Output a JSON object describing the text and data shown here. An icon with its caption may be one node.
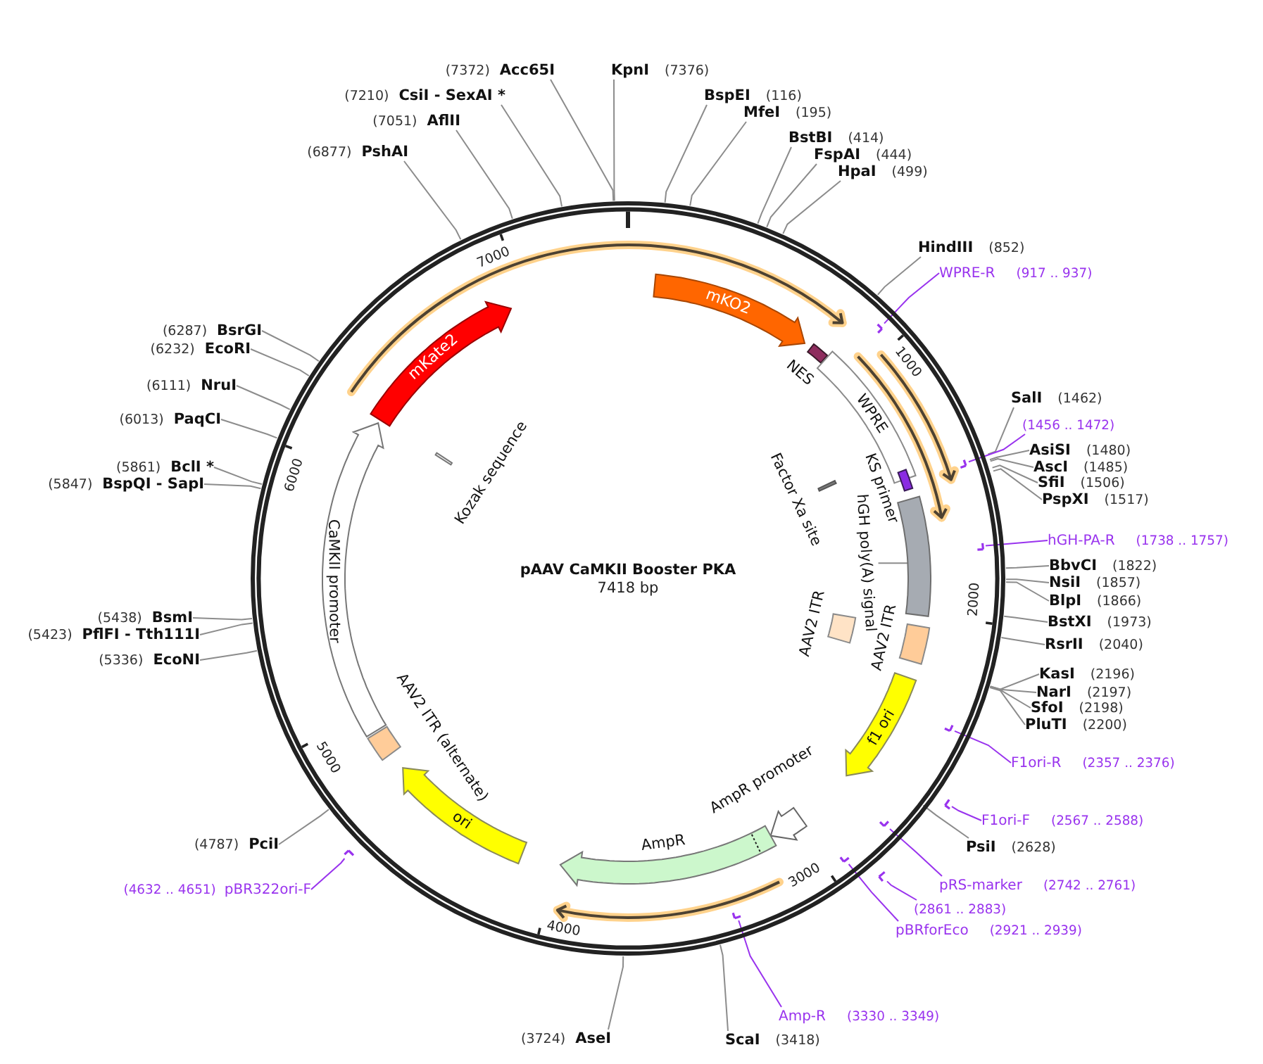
{
  "diagram": {
    "title": "pAAV CaMKII Booster PKA",
    "nodes": [
      {
        "text": [
          "(7372)",
          "Acc65I"
        ]
      },
      {
        "text": [
          "KpnI",
          "(7376)"
        ]
      },
      {
        "text": [
          "BspEI",
          "(116)"
        ]
      },
      {
        "text": [
          "MfeI",
          "(195)"
        ]
      },
      {
        "text": [
          "BstBI",
          "(414)"
        ]
      },
      {
        "text": [
          "FspAI",
          "(444)"
        ]
      },
      {
        "text": [
          "HpaI",
          "(499)"
        ]
      },
      {
        "text": [
          "HindIII",
          "(852)"
        ]
      },
      {
        "text": [
          "WPRE-R",
          "(917 .. 937)"
        ]
      },
      {
        "text": [],
        "shape": "bar"
      },
      {
        "text": [
          "SalI",
          "(1462)"
        ]
      },
      {
        "text": [
          "(1456 .. 1472)"
        ]
      },
      {
        "text": [],
        "shape": "bar"
      },
      {
        "text": [
          "AsiSI",
          "(1480)"
        ]
      },
      {
        "text": [
          "AscI",
          "(1485)"
        ]
      },
      {
        "text": [
          "SfiI",
          "(1506)"
        ]
      },
      {
        "text": [
          "PspXI",
          "(1517)"
        ]
      },
      {
        "text": [
          "hGH-PA-R",
          "(1738 .. 1757)"
        ]
      },
      {
        "text": [],
        "shape": "bar"
      },
      {
        "text": [
          "BbvCI",
          "(1822)"
        ]
      },
      {
        "text": [
          "NsiI",
          "(1857)"
        ]
      },
      {
        "text": [
          "BlpI",
          "(1866)"
        ]
      },
      {
        "text": [
          "BstXI",
          "(1973)"
        ]
      },
      {
        "text": [
          "RsrII",
          "(2040)"
        ]
      },
      {
        "text": [
          "KasI",
          "(2196)"
        ]
      },
      {
        "text": [
          "NarI",
          "(2197)"
        ]
      },
      {
        "text": [
          "SfoI",
          "(2198)"
        ]
      },
      {
        "text": [
          "PluTI",
          "(2200)"
        ]
      },
      {
        "text": [
          "F1ori-R",
          "(2357 .. 2376)"
        ]
      },
      {
        "text": [],
        "shape": "bar"
      },
      {
        "text": [
          "F1ori-F",
          "(2567 .. 2588)"
        ]
      },
      {
        "text": [],
        "shape": "bar"
      },
      {
        "text": [
          "PsiI",
          "(2628)"
        ]
      },
      {
        "text": [
          "pRS-marker",
          "(2742 .. 2761)"
        ]
      },
      {
        "text": [],
        "shape": "bar"
      },
      {
        "text": [
          "(2861 .. 2883)"
        ]
      },
      {
        "text": [],
        "shape": "bar"
      },
      {
        "text": [
          "pBRforEco",
          "(2921 .. 2939)"
        ]
      },
      {
        "text": [],
        "shape": "bar"
      },
      {
        "text": [
          "Amp-R",
          "(3330 .. 3349)"
        ]
      },
      {
        "text": [],
        "shape": "bar"
      },
      {
        "text": [
          "ScaI",
          "(3418)"
        ]
      },
      {
        "text": [
          "(3724)",
          "AseI"
        ]
      },
      {
        "text": [
          "(4632 .. 4651)",
          "pBR322ori-F"
        ]
      },
      {
        "text": [],
        "shape": "bar"
      },
      {
        "text": [
          "(4787)",
          "PciI"
        ]
      },
      {
        "text": [
          "(5336)",
          "EcoNI"
        ]
      },
      {
        "text": [
          "(5423)",
          "PflFI - Tth111I"
        ]
      },
      {
        "text": [
          "(5438)",
          "BsmI"
        ]
      },
      {
        "text": [
          "(5847)",
          "BspQI - SapI"
        ]
      },
      {
        "text": [
          "(5861)",
          "BclI *"
        ]
      },
      {
        "text": [
          "(6013)",
          "PaqCI"
        ]
      },
      {
        "text": [
          "(6111)",
          "NruI"
        ]
      },
      {
        "text": [
          "(6232)",
          "EcoRI"
        ]
      },
      {
        "text": [
          "(6287)",
          "BsrGI"
        ]
      },
      {
        "text": [
          "(6877)",
          "PshAI"
        ]
      },
      {
        "text": [
          "(7051)",
          "AflII"
        ]
      },
      {
        "text": [
          "(7210)",
          "CsiI - SexAI *"
        ]
      },
      {
        "text": [
          "mKO2"
        ]
      },
      {
        "text": [
          "NES"
        ]
      },
      {
        "text": [
          "WPRE"
        ]
      },
      {
        "text": [
          "KS primer"
        ]
      },
      {
        "text": [
          "hGH poly(A) signal"
        ]
      },
      {
        "text": [],
        "shape": "bar"
      },
      {
        "text": [
          "AAV2 ITR"
        ]
      },
      {
        "text": [
          "AAV2 ITR"
        ]
      },
      {
        "text": [
          "Factor Xa site"
        ]
      },
      {
        "text": [
          "f1 ori"
        ]
      },
      {
        "text": [
          "AmpR promoter"
        ]
      },
      {
        "text": [
          "AmpR"
        ]
      },
      {
        "text": [
          "ori"
        ]
      },
      {
        "text": [
          "AAV2 ITR (alternate)"
        ]
      },
      {
        "text": [
          "CaMKII promoter"
        ]
      },
      {
        "text": [
          "mKate2"
        ]
      },
      {
        "text": [
          "Kozak sequence"
        ]
      }
    ],
    "edges": [
      {
        "from": 0,
        "to": null,
        "arrow": "none"
      },
      {
        "from": 1,
        "to": null,
        "arrow": "none"
      },
      {
        "from": 2,
        "to": null,
        "arrow": "none"
      },
      {
        "from": 3,
        "to": null,
        "arrow": "none"
      },
      {
        "from": 4,
        "to": null,
        "arrow": "none"
      },
      {
        "from": 5,
        "to": null,
        "arrow": "none"
      },
      {
        "from": 6,
        "to": null,
        "arrow": "none"
      },
      {
        "from": 7,
        "to": null,
        "arrow": "none"
      },
      {
        "from": 8,
        "to": 9,
        "arrow": "none",
        "color": "#9933ee"
      },
      {
        "from": 10,
        "to": null,
        "arrow": "none"
      },
      {
        "from": 11,
        "to": 12,
        "arrow": "none",
        "color": "#9933ee"
      },
      {
        "from": 13,
        "to": null,
        "arrow": "none"
      },
      {
        "from": 14,
        "to": null,
        "arrow": "none"
      },
      {
        "from": 15,
        "to": null,
        "arrow": "none"
      },
      {
        "from": 16,
        "to": null,
        "arrow": "none"
      },
      {
        "from": 17,
        "to": 18,
        "arrow": "none",
        "color": "#9933ee"
      },
      {
        "from": 19,
        "to": null,
        "arrow": "none"
      },
      {
        "from": 20,
        "to": null,
        "arrow": "none"
      },
      {
        "from": 21,
        "to": null,
        "arrow": "none"
      },
      {
        "from": 22,
        "to": null,
        "arrow": "none"
      },
      {
        "from": 23,
        "to": null,
        "arrow": "none"
      },
      {
        "from": 24,
        "to": null,
        "arrow": "none"
      },
      {
        "from": 25,
        "to": null,
        "arrow": "none"
      },
      {
        "from": 26,
        "to": null,
        "arrow": "none"
      },
      {
        "from": 27,
        "to": null,
        "arrow": "none"
      },
      {
        "from": 28,
        "to": 29,
        "arrow": "none",
        "color": "#9933ee"
      },
      {
        "from": 30,
        "to": 31,
        "arrow": "none",
        "color": "#9933ee"
      },
      {
        "from": 32,
        "to": null,
        "arrow": "none"
      },
      {
        "from": 33,
        "to": 34,
        "arrow": "none",
        "color": "#9933ee"
      },
      {
        "from": 35,
        "to": 36,
        "arrow": "none",
        "color": "#9933ee"
      },
      {
        "from": 37,
        "to": 38,
        "arrow": "none",
        "color": "#9933ee"
      },
      {
        "from": 39,
        "to": 40,
        "arrow": "none",
        "color": "#9933ee"
      },
      {
        "from": 41,
        "to": null,
        "arrow": "none"
      },
      {
        "from": 42,
        "to": null,
        "arrow": "none"
      },
      {
        "from": 43,
        "to": 44,
        "arrow": "none",
        "color": "#9933ee"
      },
      {
        "from": 45,
        "to": null,
        "arrow": "none"
      },
      {
        "from": 46,
        "to": null,
        "arrow": "none"
      },
      {
        "from": 47,
        "to": null,
        "arrow": "none"
      },
      {
        "from": 48,
        "to": null,
        "arrow": "none"
      },
      {
        "from": 49,
        "to": null,
        "arrow": "none"
      },
      {
        "from": 50,
        "to": null,
        "arrow": "none"
      },
      {
        "from": 51,
        "to": null,
        "arrow": "none"
      },
      {
        "from": 52,
        "to": null,
        "arrow": "none"
      },
      {
        "from": 53,
        "to": null,
        "arrow": "none"
      },
      {
        "from": 54,
        "to": null,
        "arrow": "none"
      },
      {
        "from": 55,
        "to": null,
        "arrow": "none"
      },
      {
        "from": 56,
        "to": null,
        "arrow": "none"
      },
      {
        "from": 57,
        "to": null,
        "arrow": "none"
      },
      {
        "from": 62,
        "to": 63,
        "arrow": "none"
      }
    ],
    "labels": [
      "7418 bp",
      "1000",
      "2000",
      "3000",
      "4000",
      "5000",
      "6000",
      "7000"
    ]
  }
}
